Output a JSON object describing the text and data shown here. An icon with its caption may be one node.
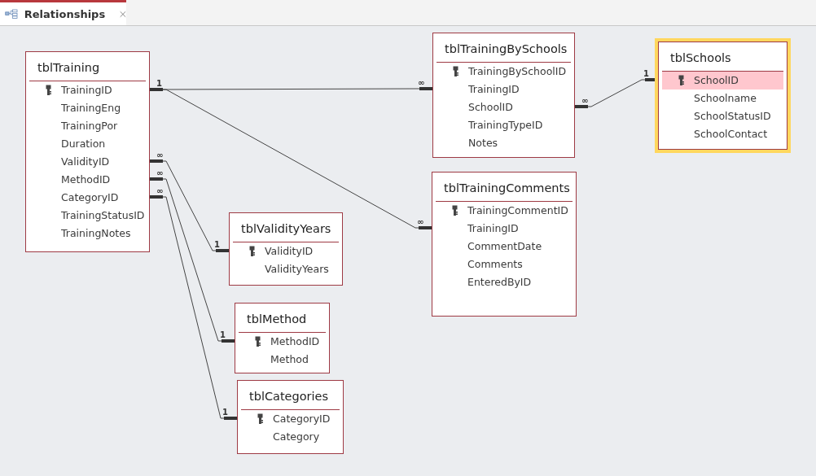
{
  "diagram": {
    "title": "Relationships",
    "nodes": [
      {
        "text": [
          "tblTraining",
          "TrainingID",
          "TrainingEng",
          "TrainingPor",
          "Duration",
          "ValidityID",
          "MethodID",
          "CategoryID",
          "TrainingStatusID",
          "TrainingNotes"
        ]
      },
      {
        "text": [
          "tblTrainingBySchools",
          "TrainingBySchoolID",
          "TrainingID",
          "SchoolID",
          "TrainingTypeID",
          "Notes"
        ]
      },
      {
        "text": [
          "tblSchools",
          "SchoolID",
          "Schoolname",
          "SchoolStatusID",
          "SchoolContact"
        ]
      },
      {
        "text": [
          "tblTrainingComments",
          "TrainingCommentID",
          "TrainingID",
          "CommentDate",
          "Comments",
          "EnteredByID"
        ]
      },
      {
        "text": [
          "tblValidityYears",
          "ValidityID",
          "ValidityYears"
        ]
      },
      {
        "text": [
          "tblMethod",
          "MethodID",
          "Method"
        ]
      },
      {
        "text": [
          "tblCategories",
          "CategoryID",
          "Category"
        ]
      }
    ],
    "edges": [
      {
        "from": 0,
        "to": 1,
        "arrow": "other"
      },
      {
        "from": 0,
        "to": 3,
        "arrow": "other"
      },
      {
        "from": 2,
        "to": 1,
        "arrow": "other"
      },
      {
        "from": 0,
        "to": 4,
        "arrow": "other"
      },
      {
        "from": 0,
        "to": 5,
        "arrow": "other"
      },
      {
        "from": 0,
        "to": 6,
        "arrow": "other"
      }
    ],
    "labels": [
      "1",
      "1",
      "∞",
      "∞",
      "∞",
      "∞",
      "∞",
      "∞",
      "1",
      "1",
      "1"
    ]
  }
}
